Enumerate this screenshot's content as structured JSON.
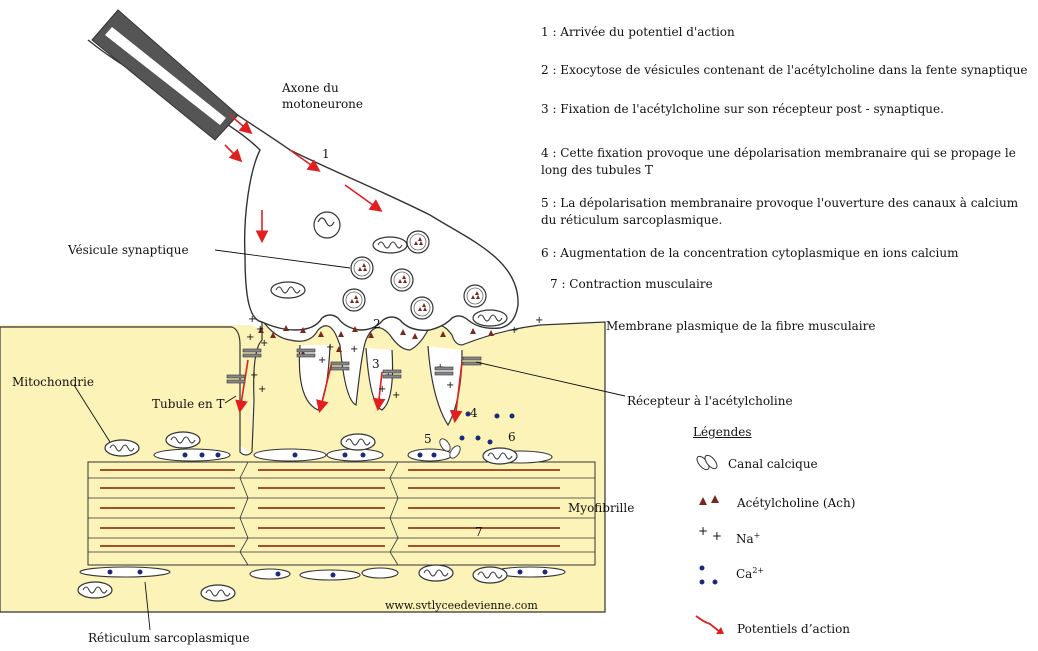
{
  "labels": {
    "axone": [
      "Axone du",
      "motoneurone"
    ],
    "vesicule": "Vésicule synaptique",
    "membrane": "Membrane plasmique de la fibre musculaire",
    "mitochondrie": "Mitochondrie",
    "tubule": "Tubule en T",
    "recepteur": "Récepteur à l'acétylcholine",
    "myofibrille": "Myofibrille",
    "reticulum": "Réticulum sarcoplasmique",
    "website": "www.svtlyceedevienne.com"
  },
  "diagram_numbers": [
    "1",
    "2",
    "3",
    "4",
    "5",
    "6",
    "7"
  ],
  "steps": [
    "1 : Arrivée du potentiel d'action",
    "2 : Exocytose de vésicules contenant de l'acétylcholine dans la fente synaptique",
    "3 : Fixation de l'acétylcholine sur son récepteur post - synaptique.",
    "4 : Cette fixation provoque une dépolarisation membranaire qui se propage le long des tubules T",
    "5 : La dépolarisation membranaire provoque l'ouverture des canaux à calcium du réticulum sarcoplasmique.",
    "6 : Augmentation de la concentration cytoplasmique en ions calcium",
    "7 : Contraction musculaire"
  ],
  "legend": {
    "title": "Légendes",
    "items": [
      {
        "icon": "calcium-channel-icon",
        "label": "Canal calcique"
      },
      {
        "icon": "acetylcholine-triangle-icon",
        "label": "Acétylcholine (Ach)"
      },
      {
        "icon": "sodium-plus-icon",
        "label": "Na",
        "sup": "+"
      },
      {
        "icon": "calcium-dot-icon",
        "label": "Ca",
        "sup": "2+"
      },
      {
        "icon": "action-potential-arrow-icon",
        "label": "Potentiels d’action"
      }
    ]
  },
  "colors": {
    "cytoplasm": "#fbf3b7",
    "arrow": "#e02020",
    "myofibril_line": "#a0522d",
    "ach": "#7a2a1a",
    "calcium": "#1a2a7a"
  }
}
